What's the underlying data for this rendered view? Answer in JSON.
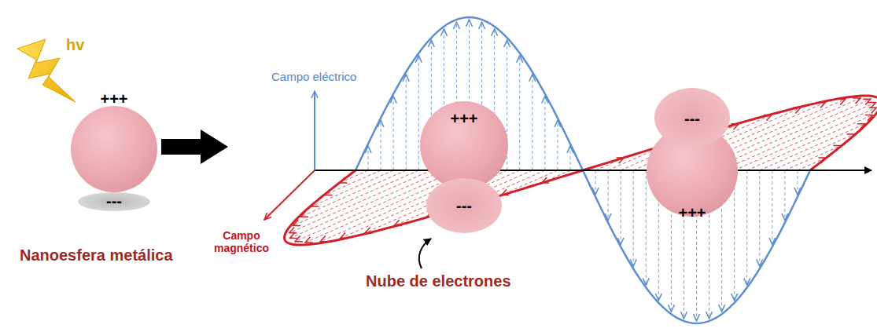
{
  "diagram": {
    "nodes": [
      {
        "text": [
          "+++",
          "---"
        ]
      },
      {
        "text": [
          "+++",
          "---"
        ]
      },
      {
        "text": [
          "---",
          "+++"
        ]
      }
    ],
    "labels": [
      "hv",
      "Campo eléctrico",
      "Campo magnético",
      "Nanoesfera metálica",
      "Nube de electrones"
    ]
  }
}
